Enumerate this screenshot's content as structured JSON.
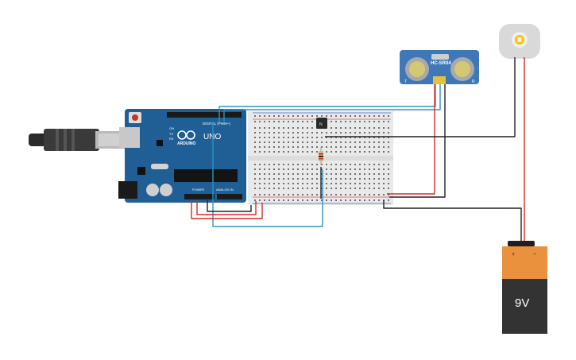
{
  "arduino": {
    "brand": "ARDUINO",
    "model": "UNO",
    "digital_label": "DIGITAL (PWM~)",
    "power_label": "POWER",
    "analog_label": "ANALOG IN",
    "on_label": "ON",
    "tx_label": "TX",
    "rx_label": "RX"
  },
  "sensor": {
    "model": "HC-SR04",
    "trig_label": "T",
    "echo_label": "R"
  },
  "battery": {
    "voltage": "9V",
    "plus": "+",
    "minus": "−"
  },
  "colors": {
    "board": "#1f5f96",
    "wire_red": "#d82b22",
    "wire_black": "#222222",
    "wire_cyan": "#2a95c4",
    "battery_orange": "#e9913c",
    "battery_body": "#333333"
  }
}
